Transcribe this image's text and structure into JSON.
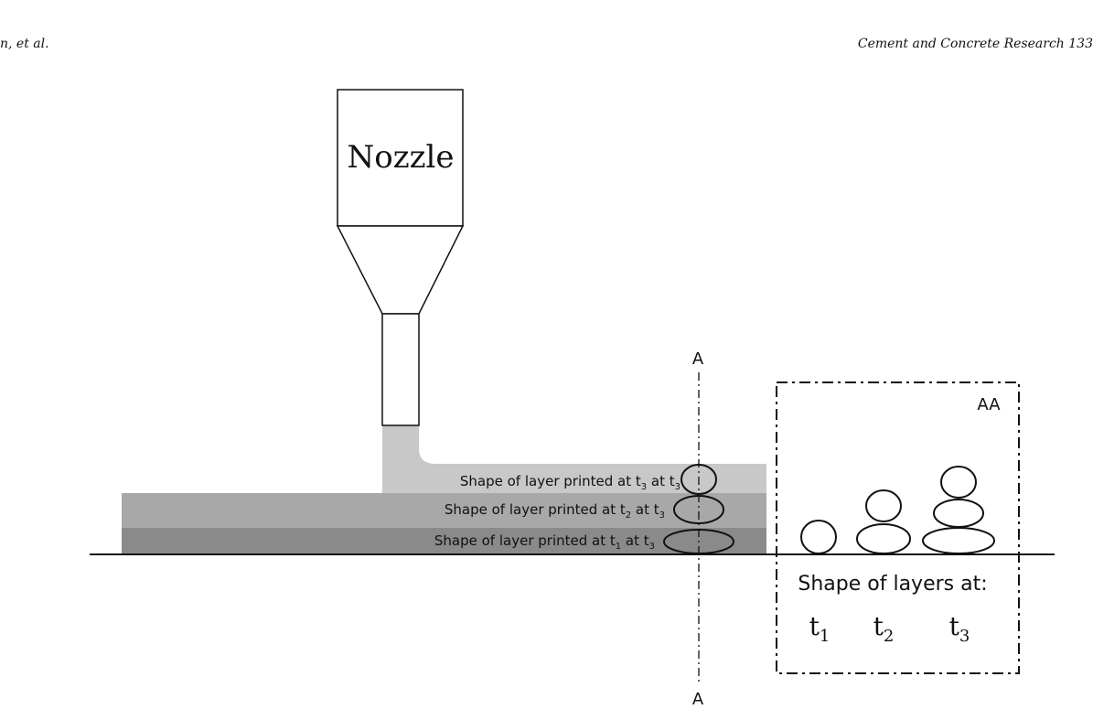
{
  "header": {
    "left": "n, et al.",
    "right": "Cement and Concrete Research 133"
  },
  "diagram": {
    "nozzle_label": "Nozzle",
    "section_label_top": "A",
    "section_label_bottom": "A",
    "inset_label": "AA",
    "layers": [
      {
        "label_prefix": "Shape of layer printed at t",
        "sub1": "3",
        "mid": " at t",
        "sub2": "3"
      },
      {
        "label_prefix": "Shape of layer printed at t",
        "sub1": "2",
        "mid": " at t",
        "sub2": "3"
      },
      {
        "label_prefix": "Shape of layer printed at t",
        "sub1": "1",
        "mid": " at t",
        "sub2": "3"
      }
    ],
    "inset_caption": "Shape of layers at:",
    "times": [
      {
        "base": "t",
        "sub": "1"
      },
      {
        "base": "t",
        "sub": "2"
      },
      {
        "base": "t",
        "sub": "3"
      }
    ]
  },
  "colors": {
    "layer_top": "#c8c8c8",
    "layer_middle": "#a8a8a8",
    "layer_bottom": "#8a8a8a",
    "stroke": "#111111"
  }
}
